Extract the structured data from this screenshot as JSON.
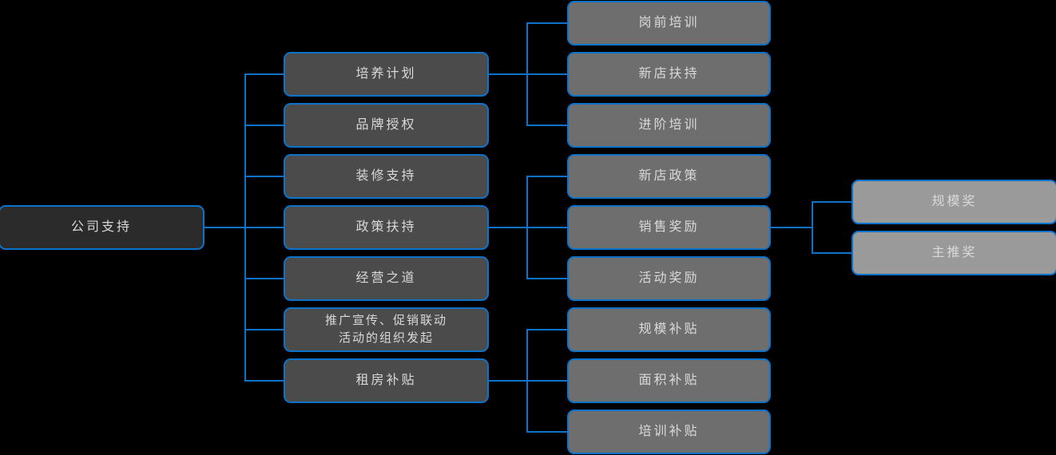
{
  "diagram": {
    "title": "公司支持",
    "type": "org-tree",
    "colors": {
      "background": "#000000",
      "connector": "#0d72c9",
      "border": "#0d72c9",
      "level1_fill": "#2b2b2b",
      "level2_fill": "#4b4b4b",
      "level3_fill": "#6e6e6e",
      "level4_fill": "#9a9a9a",
      "text": "#d9d9d9"
    },
    "root": {
      "label": "公司支持"
    },
    "level2": [
      {
        "label": "培养计划"
      },
      {
        "label": "品牌授权"
      },
      {
        "label": "装修支持"
      },
      {
        "label": "政策扶持"
      },
      {
        "label": "经营之道"
      },
      {
        "label": "推广宣传、促销联动\n活动的组织发起"
      },
      {
        "label": "租房补贴"
      }
    ],
    "level3": [
      {
        "label": "岗前培训"
      },
      {
        "label": "新店扶持"
      },
      {
        "label": "进阶培训"
      },
      {
        "label": "新店政策"
      },
      {
        "label": "销售奖励"
      },
      {
        "label": "活动奖励"
      },
      {
        "label": "规模补贴"
      },
      {
        "label": "面积补贴"
      },
      {
        "label": "培训补贴"
      }
    ],
    "level4": [
      {
        "label": "规模奖"
      },
      {
        "label": "主推奖"
      }
    ]
  }
}
